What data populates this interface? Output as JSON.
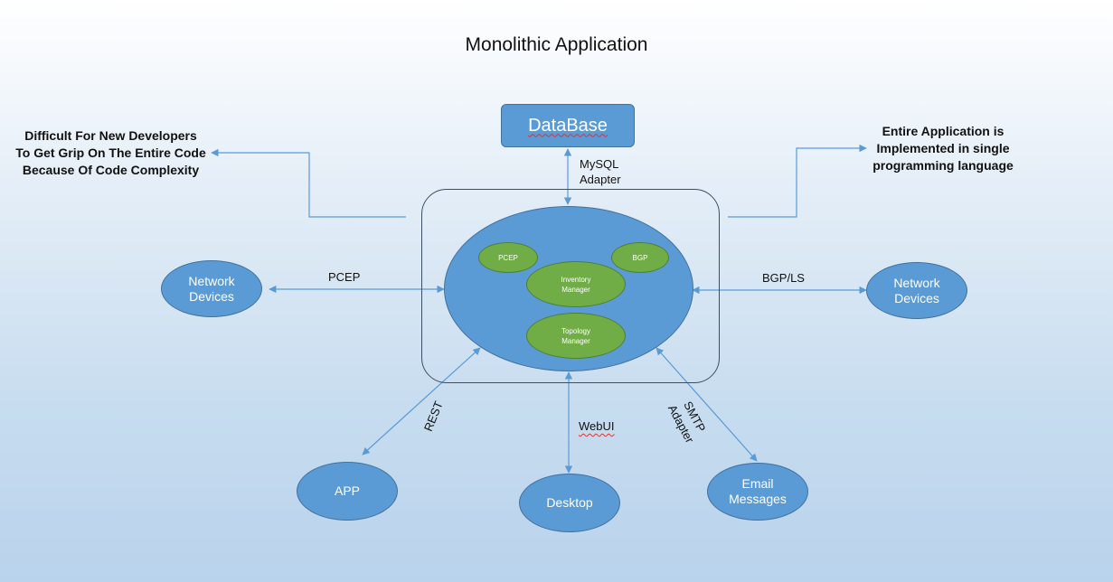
{
  "title": "Monolithic Application",
  "notes": {
    "left": [
      "Difficult For New Developers",
      "To Get Grip On The Entire Code",
      "Because Of Code Complexity"
    ],
    "right": [
      "Entire Application is",
      "Implemented in single",
      "programming language"
    ]
  },
  "database": {
    "label": "DataBase"
  },
  "core_modules": {
    "pcep": "PCEP",
    "bgp": "BGP",
    "inventory": [
      "Inventory",
      "Manager"
    ],
    "topology": [
      "Topology",
      "Manager"
    ]
  },
  "nodes": {
    "network_devices_left": [
      "Network",
      "Devices"
    ],
    "network_devices_right": [
      "Network",
      "Devices"
    ],
    "app": "APP",
    "desktop": "Desktop",
    "email": [
      "Email",
      "Messages"
    ]
  },
  "edge_labels": {
    "mysql_adapter": [
      "MySQL",
      "Adapter"
    ],
    "pcep": "PCEP",
    "bgp_ls": "BGP/LS",
    "rest": "REST",
    "webui": "WebUI",
    "smtp_adapter": [
      "SMTP",
      "Adapter"
    ]
  },
  "colors": {
    "node_fill": "#5b9bd5",
    "module_fill": "#70ad47",
    "connector": "#5b9bd5"
  }
}
